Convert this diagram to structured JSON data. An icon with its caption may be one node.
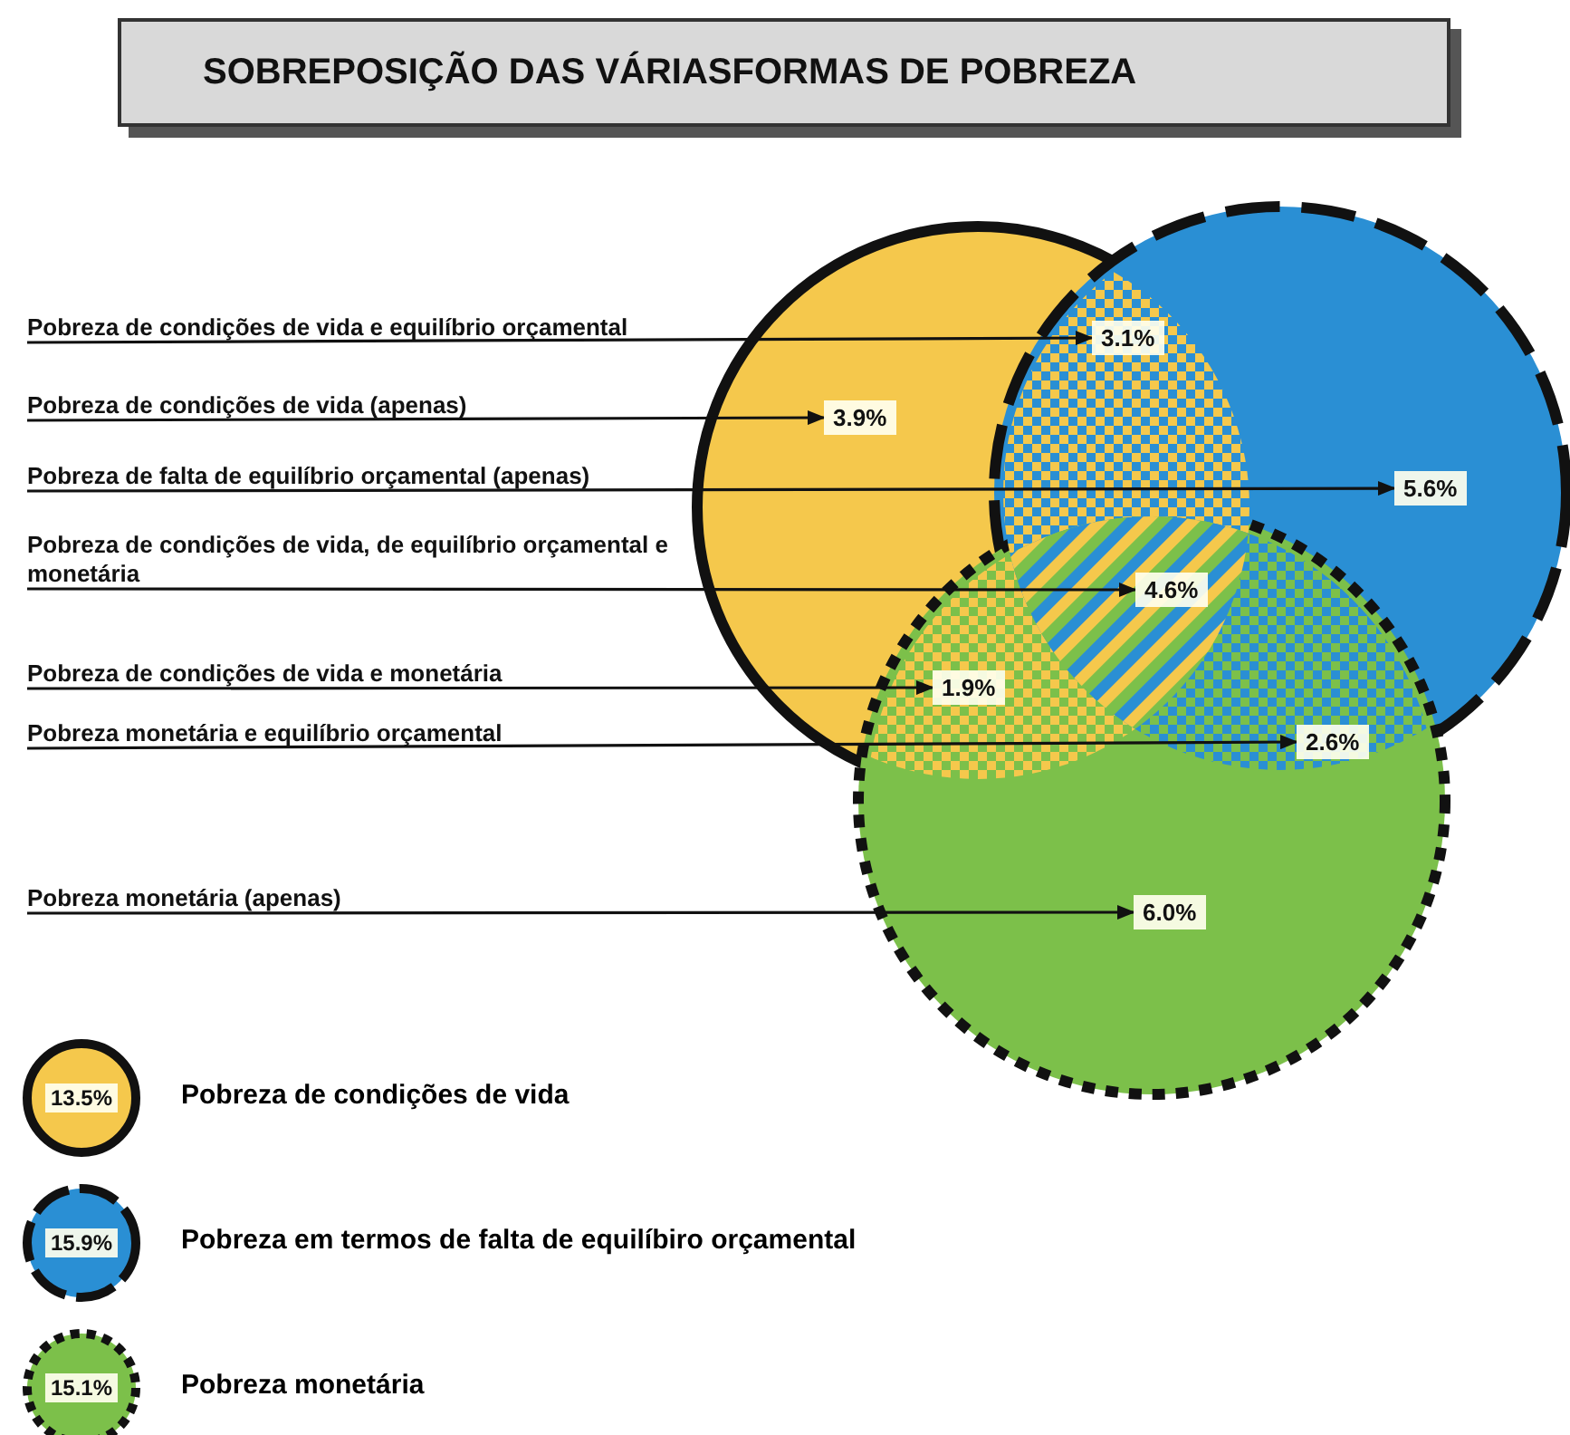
{
  "diagram": {
    "title": "SOBREPOSIÇÃO DAS VÁRIASFORMAS DE POBREZA",
    "nodes": [
      {
        "text": [
          "Pobreza de condições de vida e equilíbrio orçamental"
        ]
      },
      {
        "text": [
          "Pobreza de condições de vida (apenas)"
        ]
      },
      {
        "text": [
          "Pobreza de falta de equilíbrio orçamental (apenas)"
        ]
      },
      {
        "text": [
          "Pobreza de condições de vida, de equilíbrio orçamental e monetária"
        ]
      },
      {
        "text": [
          "Pobreza de condições de vida e monetária"
        ]
      },
      {
        "text": [
          "Pobreza monetária e equilíbrio orçamental"
        ]
      },
      {
        "text": [
          "Pobreza monetária (apenas)"
        ]
      },
      {
        "text": [
          "3.1%"
        ]
      },
      {
        "text": [
          "3.9%"
        ]
      },
      {
        "text": [
          "5.6%"
        ]
      },
      {
        "text": [
          "4.6%"
        ]
      },
      {
        "text": [
          "1.9%"
        ]
      },
      {
        "text": [
          "2.6%"
        ]
      },
      {
        "text": [
          "6.0%"
        ]
      },
      {
        "text": [
          "13.5%"
        ],
        "beside": [
          "Pobreza de condições de vida"
        ]
      },
      {
        "text": [
          "15.9%"
        ],
        "beside": [
          "Pobreza em termos de falta de equilíbiro orçamental"
        ]
      },
      {
        "text": [
          "15.1%"
        ],
        "beside": [
          "Pobreza monetária"
        ]
      }
    ],
    "edges": [
      {
        "from": 0,
        "to": 7,
        "arrow": "to"
      },
      {
        "from": 1,
        "to": 8,
        "arrow": "to"
      },
      {
        "from": 2,
        "to": 9,
        "arrow": "to"
      },
      {
        "from": 3,
        "to": 10,
        "arrow": "to"
      },
      {
        "from": 4,
        "to": 11,
        "arrow": "to"
      },
      {
        "from": 5,
        "to": 12,
        "arrow": "to"
      },
      {
        "from": 6,
        "to": 13,
        "arrow": "to"
      }
    ]
  }
}
